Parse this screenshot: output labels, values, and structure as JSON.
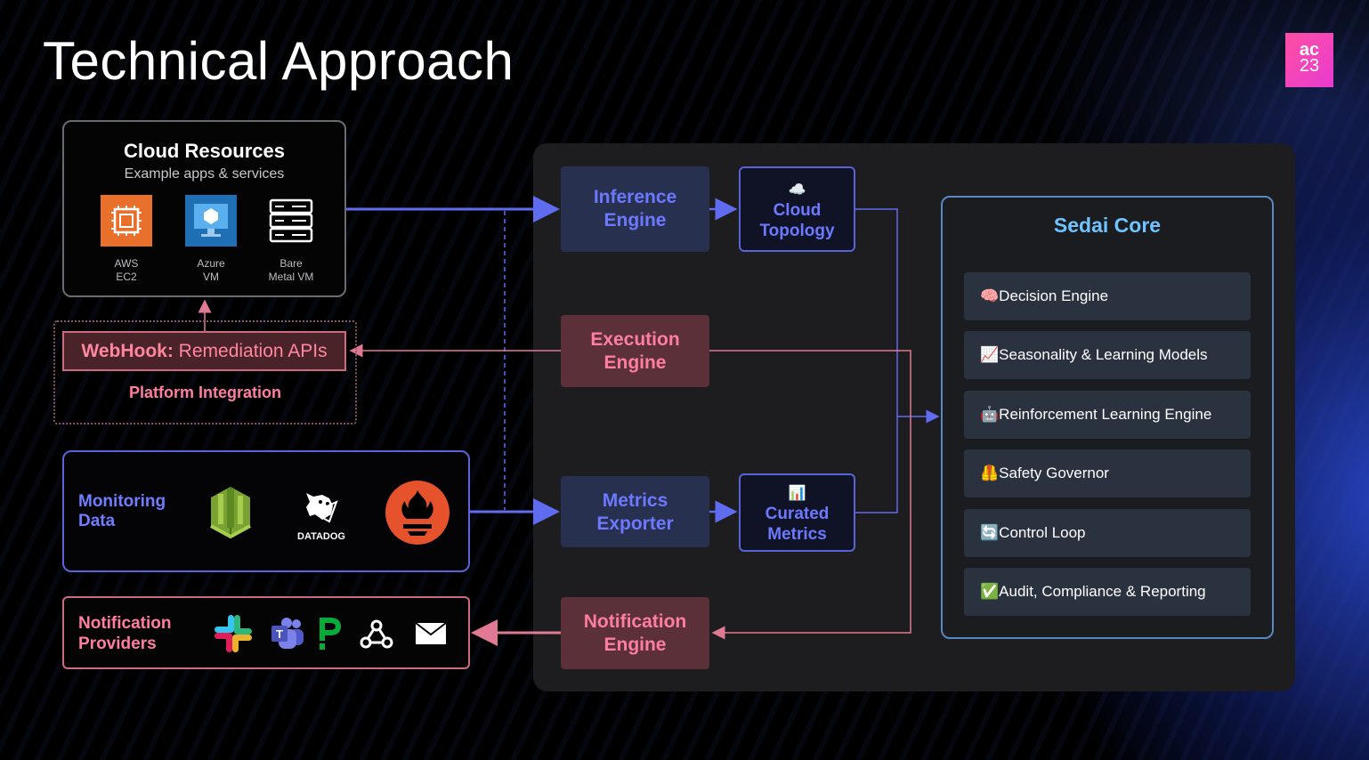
{
  "slide": {
    "title": "Technical Approach",
    "logo": {
      "line1": "ac",
      "line2": "23"
    }
  },
  "cloud_resources": {
    "title": "Cloud Resources",
    "subtitle": "Example apps & services",
    "items": [
      {
        "label_l1": "AWS",
        "label_l2": "EC2",
        "icon": "aws-ec2-icon",
        "color": "#e8702a"
      },
      {
        "label_l1": "Azure",
        "label_l2": "VM",
        "icon": "azure-vm-icon",
        "color": "#1f6fb5"
      },
      {
        "label_l1": "Bare",
        "label_l2": "Metal VM",
        "icon": "server-icon",
        "color": "#ffffff"
      }
    ]
  },
  "platform": {
    "webhook_bold": "WebHook:",
    "webhook_rest": " Remediation APIs",
    "label": "Platform Integration"
  },
  "monitoring": {
    "label_l1": "Monitoring",
    "label_l2": "Data",
    "providers": [
      {
        "icon": "cloudwatch-icon"
      },
      {
        "icon": "datadog-icon",
        "label": "DATADOG"
      },
      {
        "icon": "prometheus-icon"
      }
    ]
  },
  "notification_providers": {
    "label_l1": "Notification",
    "label_l2": "Providers",
    "icons": [
      "slack-icon",
      "teams-icon",
      "pagerduty-icon",
      "webhook-icon",
      "email-icon"
    ]
  },
  "engines": {
    "inference": {
      "l1": "Inference",
      "l2": "Engine"
    },
    "execution": {
      "l1": "Execution",
      "l2": "Engine"
    },
    "metrics_exporter": {
      "l1": "Metrics",
      "l2": "Exporter"
    },
    "notification": {
      "l1": "Notification",
      "l2": "Engine"
    }
  },
  "cloud_topology": {
    "emoji": "☁️",
    "l1": "Cloud",
    "l2": "Topology"
  },
  "curated_metrics": {
    "emoji": "📊",
    "l1": "Curated",
    "l2": "Metrics"
  },
  "sedai_core": {
    "title": "Sedai Core",
    "items": [
      {
        "emoji": "🧠",
        "label": "Decision Engine"
      },
      {
        "emoji": "📈",
        "label": "Seasonality & Learning Models"
      },
      {
        "emoji": "🤖",
        "label": "Reinforcement Learning Engine"
      },
      {
        "emoji": "🦺",
        "label": "Safety Governor"
      },
      {
        "emoji": "🔄",
        "label": "Control Loop"
      },
      {
        "emoji": "✅",
        "label": "Audit, Compliance & Reporting"
      }
    ]
  },
  "colors": {
    "blue_accent": "#6c79ff",
    "pink_accent": "#ff7ea0",
    "core_title": "#6fc3ff"
  }
}
